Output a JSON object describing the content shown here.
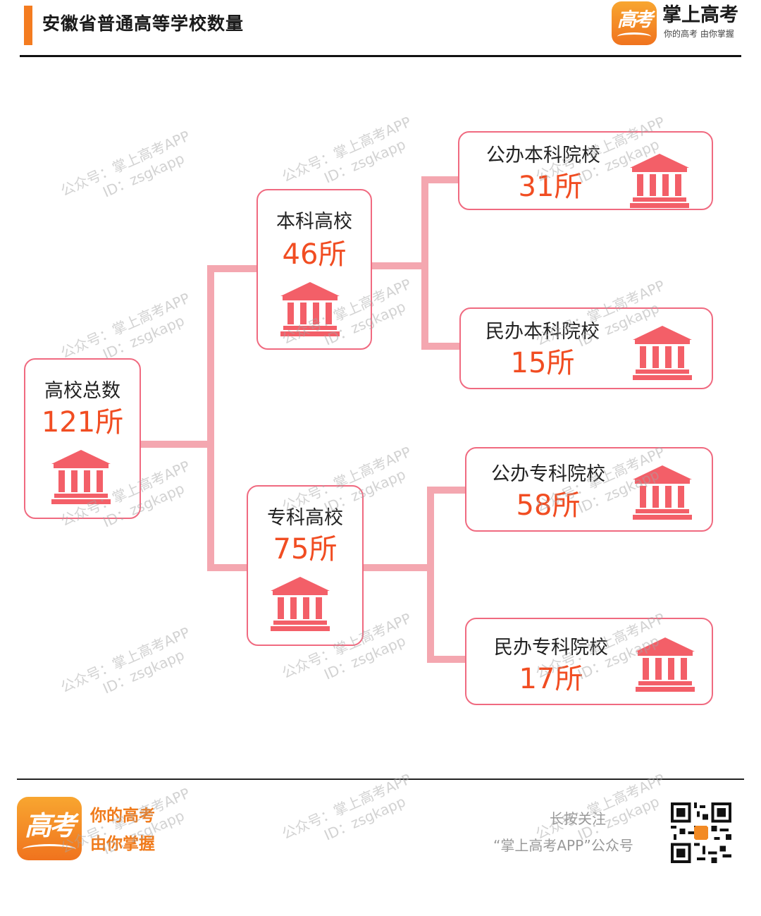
{
  "header": {
    "title": "安徽省普通高等学校数量",
    "brand_logo_text": "高考",
    "brand_name": "掌上高考",
    "brand_tagline": "你的高考 由你掌握"
  },
  "tree": {
    "root": {
      "label": "高校总数",
      "value": "121所"
    },
    "bachelor": {
      "label": "本科高校",
      "value": "46所",
      "public": {
        "label": "公办本科院校",
        "value": "31所"
      },
      "private": {
        "label": "民办本科院校",
        "value": "15所"
      }
    },
    "junior": {
      "label": "专科高校",
      "value": "75所",
      "public": {
        "label": "公办专科院校",
        "value": "58所"
      },
      "private": {
        "label": "民办专科院校",
        "value": "17所"
      }
    }
  },
  "watermark": {
    "line1": "公众号：掌上高考APP",
    "line2": "ID：zsgkapp"
  },
  "footer": {
    "logo_text": "高考",
    "slogan_line1": "你的高考",
    "slogan_line2": "由你掌握",
    "follow_line1": "长按关注",
    "follow_line2": "“掌上高考APP”公众号"
  },
  "colors": {
    "accent_orange": "#f47c20",
    "node_border": "#f06a80",
    "value_red": "#f14d22",
    "icon_red": "#f35f68",
    "connector_pink": "#f4a7b0"
  }
}
